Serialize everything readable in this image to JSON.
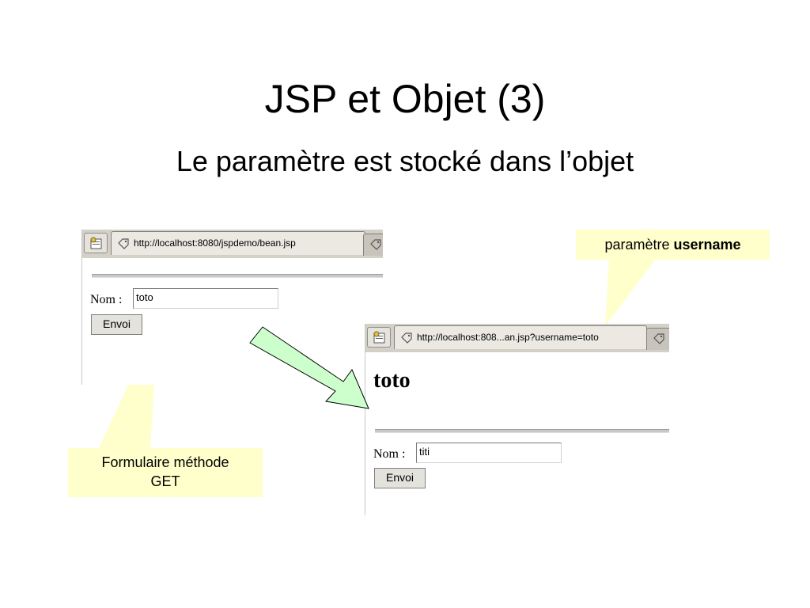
{
  "slide": {
    "title": "JSP et Objet (3)",
    "subtitle": "Le paramètre est stocké dans l’objet"
  },
  "browser1": {
    "tab_url": "http://localhost:8080/jspdemo/bean.jsp",
    "field_label": "Nom :",
    "field_value": "toto",
    "button_label": "Envoi"
  },
  "browser2": {
    "tab_url": "http://localhost:808...an.jsp?username=toto",
    "heading": "toto",
    "field_label": "Nom :",
    "field_value": "titi",
    "button_label": "Envoi"
  },
  "callout_param": {
    "prefix": "paramètre ",
    "bold": "username"
  },
  "callout_form": {
    "line1": "Formulaire méthode",
    "line2": "GET"
  },
  "colors": {
    "callout_bg": "#ffffcc",
    "arrow_fill": "#ccffcc",
    "chrome_gray": "#d4d0c8"
  },
  "icons": [
    "home-icon",
    "tag-icon",
    "arrow-right-icon"
  ]
}
